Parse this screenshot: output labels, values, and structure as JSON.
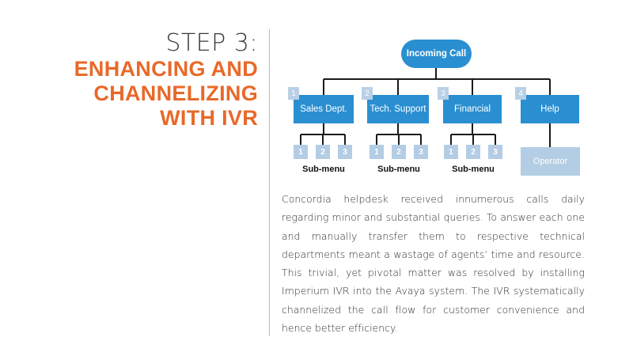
{
  "title": {
    "step": "STEP 3:",
    "heading_lines": [
      "ENHANCING AND",
      "CHANNELIZING",
      "WITH IVR"
    ]
  },
  "diagram": {
    "root": "Incoming Call",
    "categories": [
      {
        "num": "1",
        "label": "Sales Dept."
      },
      {
        "num": "2",
        "label": "Tech. Support"
      },
      {
        "num": "3",
        "label": "Financial"
      },
      {
        "num": "4",
        "label": "Help"
      }
    ],
    "submenu_numbers": [
      "1",
      "2",
      "3"
    ],
    "submenu_label": "Sub-menu",
    "operator": "Operator"
  },
  "paragraph": "Concordia helpdesk received innumerous calls daily regarding minor and substantial queries. To answer each one and manually transfer them to respective technical departments meant a wastage of agents’ time and resource. This trivial, yet pivotal matter was resolved by installing Imperium IVR into the Avaya system. The IVR systematically channelized the call flow for customer convenience and hence better efficiency.",
  "colors": {
    "accent": "#e8692a",
    "node": "#2a8fd1",
    "node_light": "#b3cde4"
  }
}
